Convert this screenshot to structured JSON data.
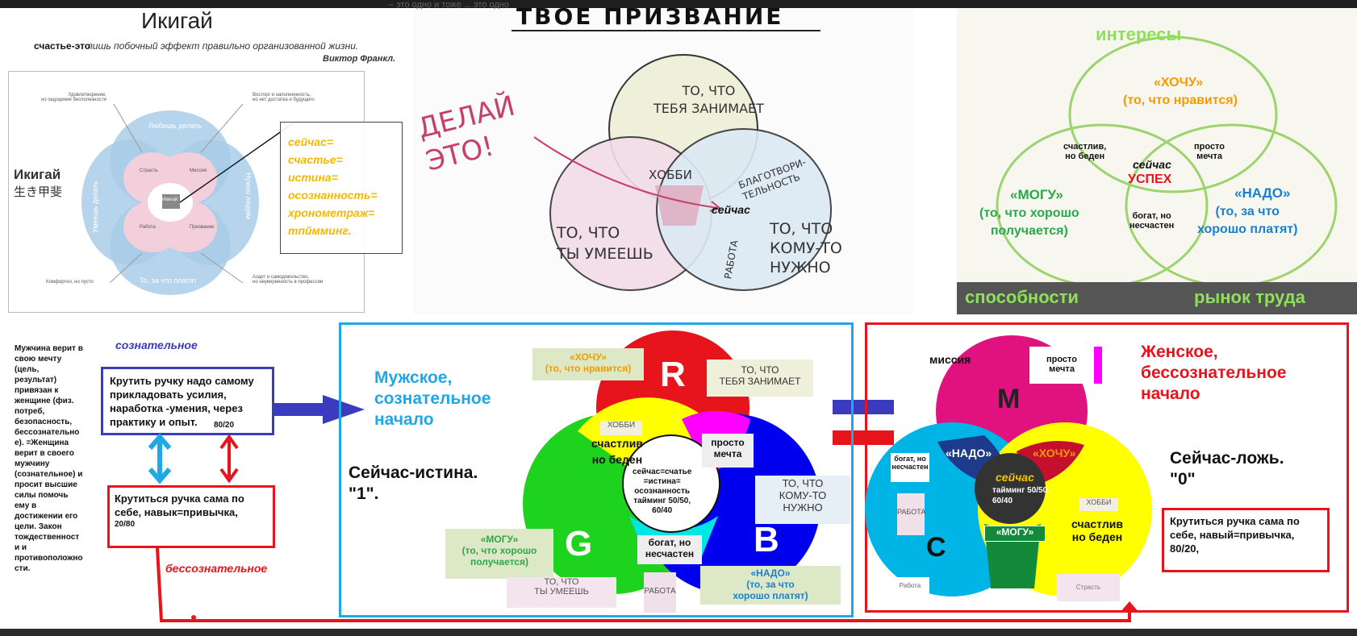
{
  "ikigai_panel": {
    "title": "Икигай",
    "happiness_label": "счастье-это",
    "quote": "лишь побочный эффект правильно организованной жизни.",
    "quote_author": "Виктор Франкл.",
    "side_title": "Икигай",
    "side_kanji": "生き甲斐",
    "center_label": "Икигай",
    "petal_love": "Любишь делать",
    "petal_good": "Умеешь делать",
    "petal_need": "Нужно людям",
    "petal_paid": "То, за что платят",
    "zone_passion": "Страсть",
    "zone_mission": "Миссия",
    "zone_profession": "Работа",
    "zone_vocation": "Призвание",
    "corner_tl": "Удовлетворение,\nно ощущение бесполезности",
    "corner_tr": "Восторг и наполненность,\nно нет достатка и будущего",
    "corner_bl": "Комфортно, но пусто",
    "corner_br": "Азарт и самодовольство,\nно неуверенность в профессии",
    "note": "сейчас=\nсчастье=\nистина=\nосознанность=\nхронометраж=\nтпймминг."
  },
  "calling_panel": {
    "top_text": "– это одно и тоже ... это одно",
    "title": "ТВОЕ ПРИЗВАНИЕ",
    "do_it": "ДЕЛАЙ\nЭТО!",
    "circle_interest": "ТО, ЧТО\nТЕБЯ ЗАНИМАЕТ",
    "circle_skill": "ТО, ЧТО\nТЫ УМЕЕШЬ",
    "circle_need": "ТО, ЧТО\nКОМУ-ТО\nНУЖНО",
    "hobby": "ХОББИ",
    "charity": "БЛАГОТВОРИ-\nТЕЛЬНОСТЬ",
    "work": "РАБОТА",
    "now": "сейчас"
  },
  "green_panel": {
    "label_interests": "интересы",
    "label_abilities": "способности",
    "label_market": "рынок труда",
    "want": "«ХОЧУ»",
    "want_sub": "(то, что нравится)",
    "can": "«МОГУ»",
    "can_sub": "(то, что хорошо\nполучается)",
    "must": "«НАДО»",
    "must_sub": "(то, за что\nхорошо платят)",
    "happy_poor": "счастлив,\nно беден",
    "just_dream": "просто\nмечта",
    "rich_unhappy": "богат, но\nнесчастен",
    "now": "сейчас",
    "success": "УСПЕХ"
  },
  "left_notes": {
    "man_believes": "Мужчина верит в\nсвою мечту\n(цель,\nрезультат)\nпривязан к\nженщине (физ.\nпотреб,\nбезопасность,\nбессознательно\nе). =Женщина\nверит в своего\nмужчину\n(сознательное) и\nпросит высшие\nсилы помочь\nему в\nдостижении его\nцели. Закон\nтождественност\nи и\nпротивоположно\nсти.",
    "conscious": "сознательное",
    "conscious_box": "Крутить ручку надо самому\nприкладовать усилия,\nнаработка -умения, через\nпрактику и опыт.",
    "ratio_8020": "80/20",
    "unconscious_box": "Крутиться ручка сама по\nсебе, навык=привычка,",
    "ratio_2080": "20/80",
    "unconscious": "бессознательное"
  },
  "male_panel": {
    "title": "Мужское,\nсознательное\nначало",
    "statement": "Сейчас-истина.\n\"1\".",
    "letter_r": "R",
    "letter_g": "G",
    "letter_b": "B",
    "sticker_want": "«ХОЧУ»\n(то, что нравится)",
    "sticker_interest": "ТО, ЧТО\nТЕБЯ ЗАНИМАЕТ",
    "happy_poor": "счастлив\nно беден",
    "hobby": "ХОББИ",
    "just_dream": "просто\nмечта",
    "center": "сейчас=счатье\n=истина=\nосознанность\nтайминг 50/50,\n60/40",
    "rich_unhappy": "богат, но\nнесчастен",
    "sticker_need": "ТО, ЧТО\nКОМУ-ТО\nНУЖНО",
    "sticker_can": "«МОГУ»\n(то, что хорошо\nполучается)",
    "sticker_skill": "ТО, ЧТО\nТЫ УМЕЕШЬ",
    "sticker_must": "«НАДО»\n(то, за что\nхорошо платят)",
    "work": "РАБОТА"
  },
  "female_panel": {
    "mission": "миссия",
    "just_dream": "просто\nмечта",
    "title": "Женское,\nбессознательное\nначало",
    "letter_m": "M",
    "letter_c": "C",
    "must": "«НАДО»",
    "want": "«ХОЧУ»",
    "now": "сейчас",
    "timing": "тайминг 50/50,\n60/40",
    "can": "«МОГУ»",
    "rich_unhappy": "богат, но\nнесчастен",
    "work": "РАБОТА",
    "happy_poor": "счастлив\nно беден",
    "hobby": "ХОББИ",
    "statement": "Сейчас-ложь.\n\"0\"",
    "box": "Крутиться ручка сама по\nсебе, навый=привычка,\n80/20,",
    "sticker_small_1": "Работа",
    "sticker_small_2": "Страсть"
  },
  "colors": {
    "red": "#e8141c",
    "green": "#1dd31d",
    "blue": "#0000ee",
    "yellow": "#ffff00",
    "magenta": "#e0127f",
    "cyan": "#00b4e6",
    "navy": "#3b3bbf",
    "olive_green": "#2aa84a",
    "light_green": "#a8d88a",
    "orange": "#f59a00"
  }
}
